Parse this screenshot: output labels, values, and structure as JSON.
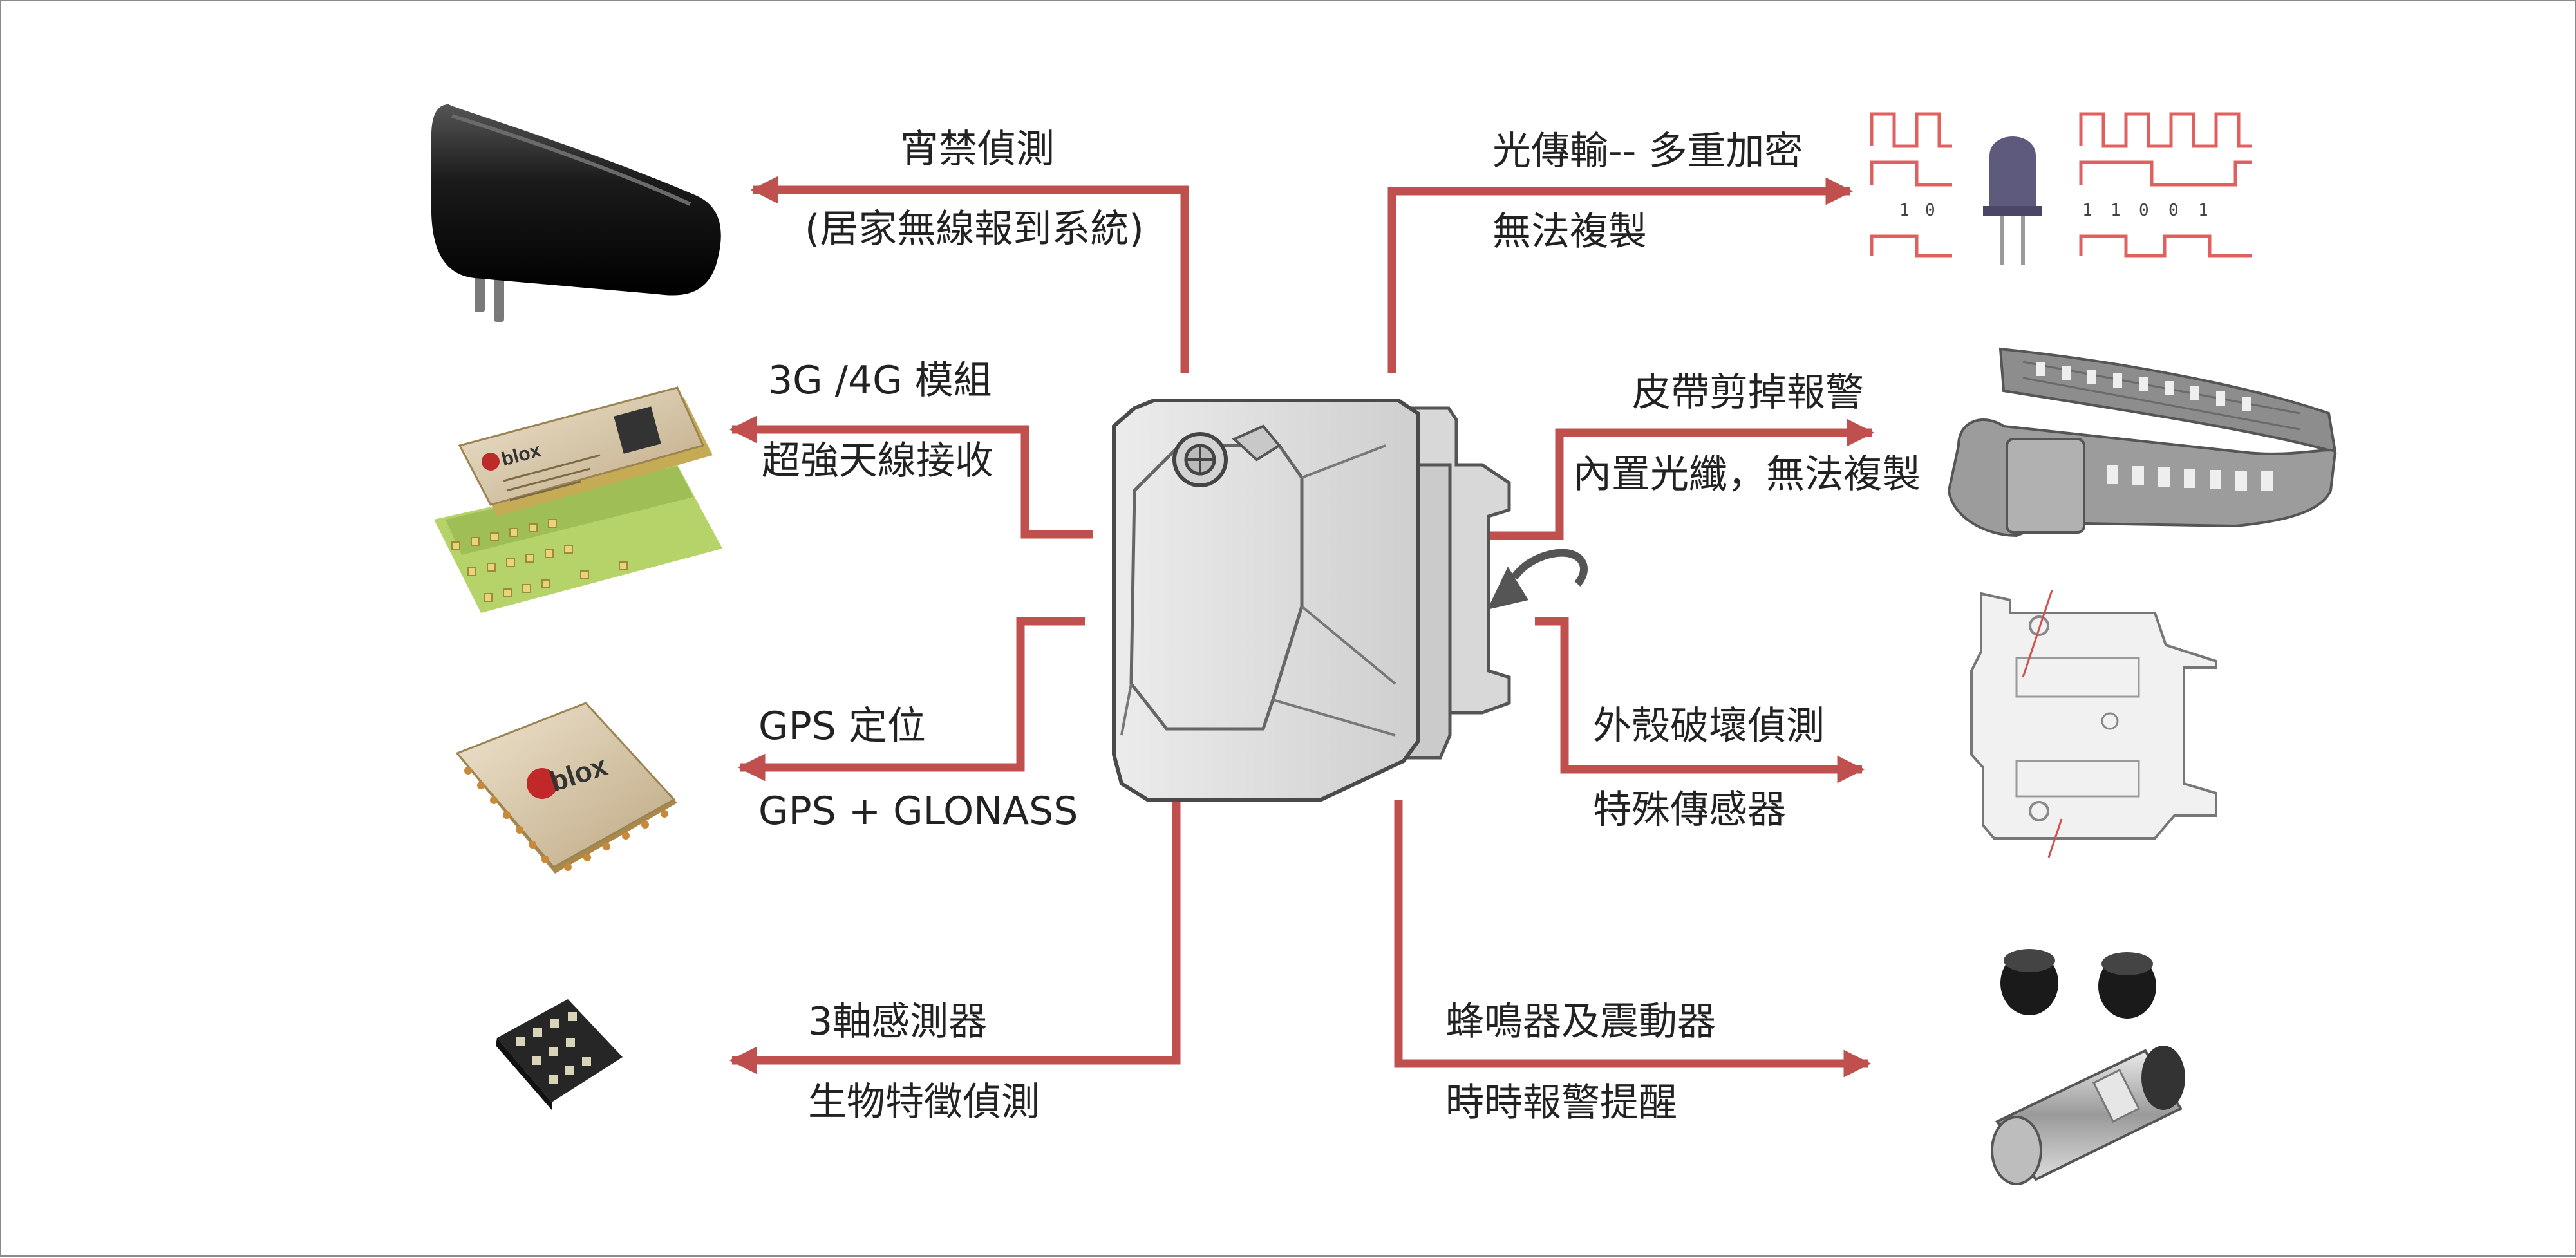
{
  "colors": {
    "arrow": "#c0504d",
    "text": "#222222",
    "device_body": "#e7e7e7",
    "device_outline": "#555555"
  },
  "labels": {
    "curfew_title": "宵禁偵測",
    "curfew_sub": "(居家無線報到系統)",
    "modem_title": "3G /4G  模組",
    "modem_sub": "超強天線接收",
    "gps_title": "GPS 定位",
    "gps_sub": "GPS + GLONASS",
    "sensor_title": "3軸感測器",
    "sensor_sub": "生物特徵偵測",
    "optical_title": "光傳輸-- 多重加密",
    "optical_sub": "無法複製",
    "strap_title": "皮帶剪掉報警",
    "strap_sub": "內置光纖，無法複製",
    "case_title": "外殼破壞偵測",
    "case_sub": "特殊傳感器",
    "buzzer_title": "蜂鳴器及震動器",
    "buzzer_sub": "時時報警提醒"
  },
  "images": {
    "adapter": "power-adapter",
    "modem_chip": "ublox-modem-module",
    "gps_chip": "ublox-gps-module",
    "sensor_chip": "accelerometer-chip",
    "optical": "optical-signal-led",
    "strap": "ankle-strap",
    "case": "device-back-case",
    "buzzer": "buzzer-and-vibration-motor",
    "device": "ankle-monitor-device",
    "chip_brand": "blox",
    "bits_left": [
      "1",
      "0"
    ],
    "bits_right": [
      "1",
      "1",
      "0",
      "0",
      "1"
    ]
  }
}
